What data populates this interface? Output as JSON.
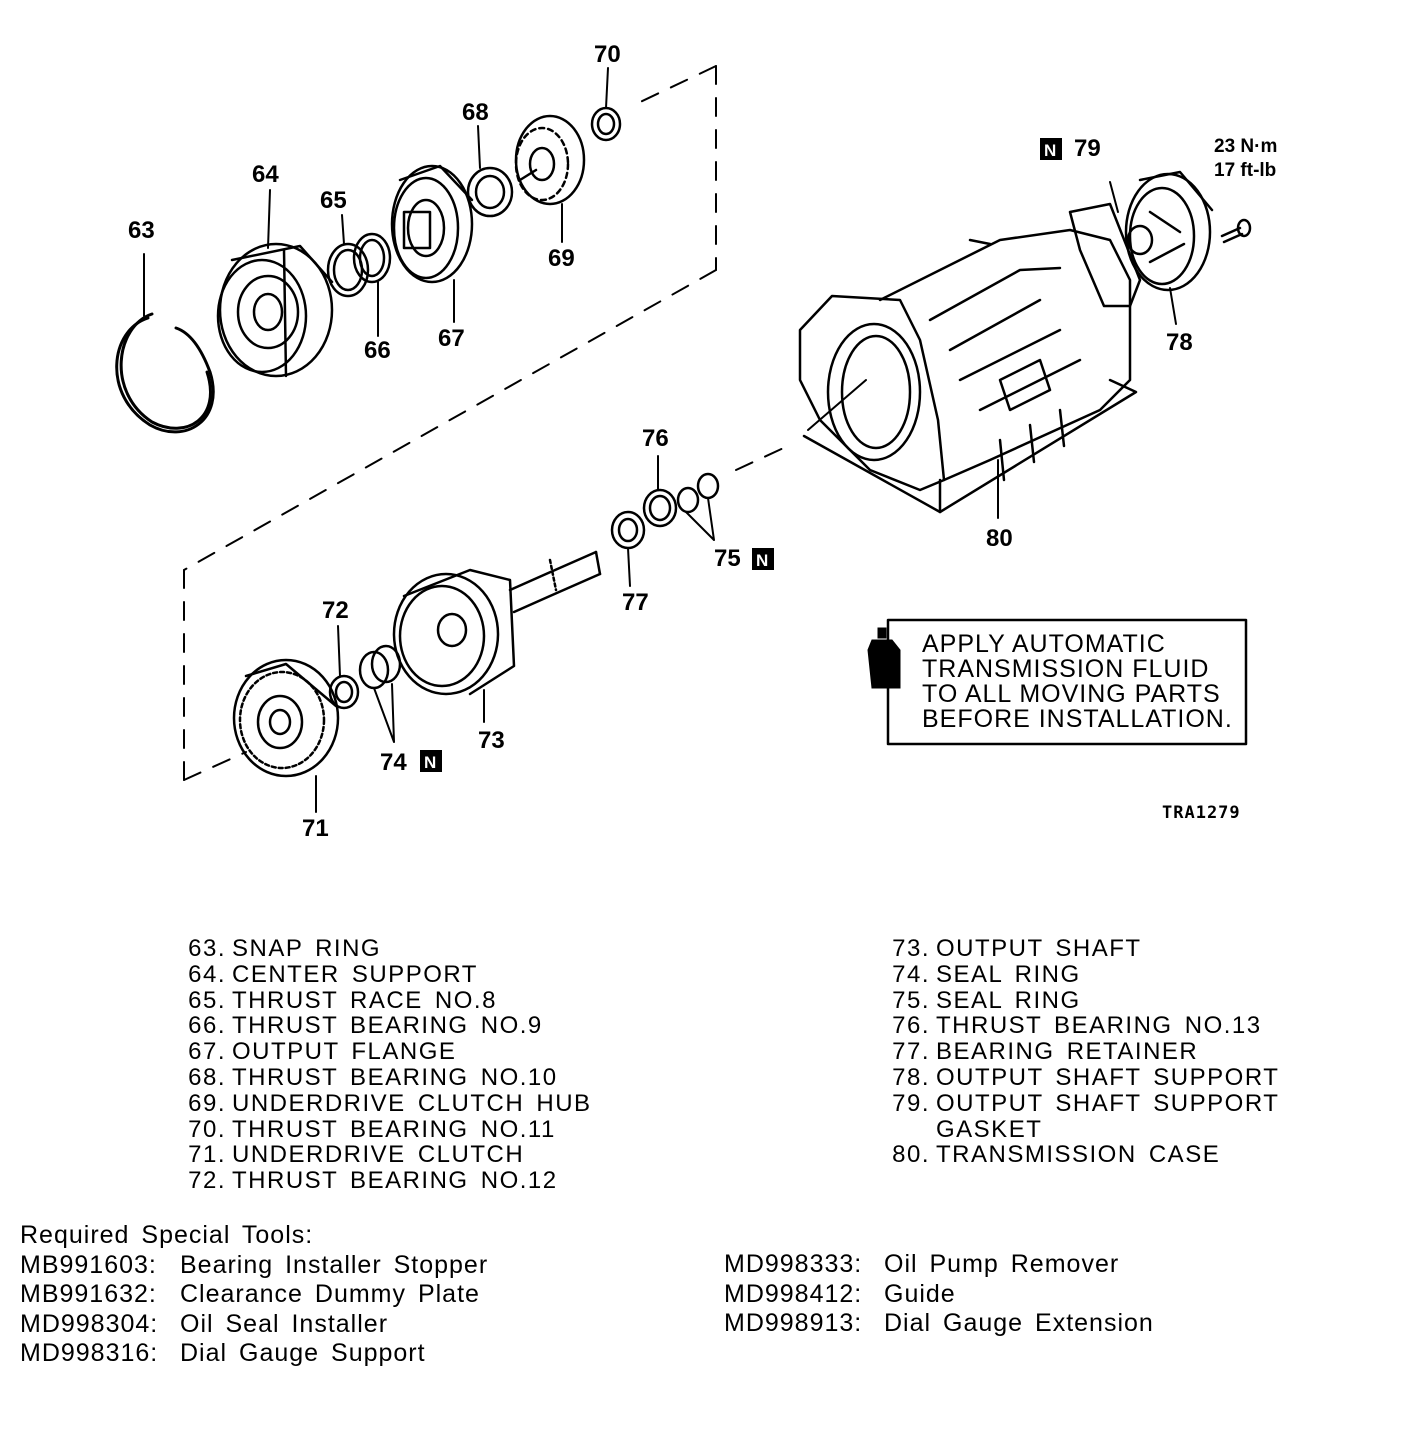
{
  "diagram": {
    "callouts": {
      "c63": "63",
      "c64": "64",
      "c65": "65",
      "c66": "66",
      "c67": "67",
      "c68": "68",
      "c69": "69",
      "c70": "70",
      "c71": "71",
      "c72": "72",
      "c73": "73",
      "c74": "74",
      "c75": "75",
      "c76": "76",
      "c77": "77",
      "c78": "78",
      "c79": "79",
      "c80": "80"
    },
    "new_part_mark": "N",
    "torque_nm": "23 N·m",
    "torque_ftlb": "17 ft-lb",
    "figure_code": "TRA1279",
    "note_lines": [
      "APPLY AUTOMATIC",
      "TRANSMISSION FLUID",
      "TO ALL MOVING PARTS",
      "BEFORE INSTALLATION."
    ]
  },
  "parts_left": [
    {
      "num": "63.",
      "name": "SNAP RING"
    },
    {
      "num": "64.",
      "name": "CENTER SUPPORT"
    },
    {
      "num": "65.",
      "name": "THRUST RACE NO.8"
    },
    {
      "num": "66.",
      "name": "THRUST BEARING NO.9"
    },
    {
      "num": "67.",
      "name": "OUTPUT FLANGE"
    },
    {
      "num": "68.",
      "name": "THRUST BEARING NO.10"
    },
    {
      "num": "69.",
      "name": "UNDERDRIVE CLUTCH HUB"
    },
    {
      "num": "70.",
      "name": "THRUST BEARING NO.11"
    },
    {
      "num": "71.",
      "name": "UNDERDRIVE CLUTCH"
    },
    {
      "num": "72.",
      "name": "THRUST BEARING NO.12"
    }
  ],
  "parts_right": [
    {
      "num": "73.",
      "name": "OUTPUT SHAFT"
    },
    {
      "num": "74.",
      "name": "SEAL RING"
    },
    {
      "num": "75.",
      "name": "SEAL RING"
    },
    {
      "num": "76.",
      "name": "THRUST BEARING NO.13"
    },
    {
      "num": "77.",
      "name": "BEARING RETAINER"
    },
    {
      "num": "78.",
      "name": "OUTPUT SHAFT SUPPORT"
    },
    {
      "num": "79.",
      "name": "OUTPUT SHAFT SUPPORT"
    },
    {
      "num": "",
      "name": "GASKET"
    },
    {
      "num": "80.",
      "name": "TRANSMISSION CASE"
    }
  ],
  "tools": {
    "heading": "Required Special Tools:",
    "left": [
      {
        "id": "MB991603:",
        "name": "Bearing Installer Stopper"
      },
      {
        "id": "MB991632:",
        "name": "Clearance Dummy Plate"
      },
      {
        "id": "MD998304:",
        "name": "Oil Seal Installer"
      },
      {
        "id": "MD998316:",
        "name": "Dial Gauge Support"
      }
    ],
    "right": [
      {
        "id": "MD998333:",
        "name": "Oil Pump Remover"
      },
      {
        "id": "MD998412:",
        "name": "Guide"
      },
      {
        "id": "MD998913:",
        "name": "Dial Gauge Extension"
      }
    ]
  }
}
